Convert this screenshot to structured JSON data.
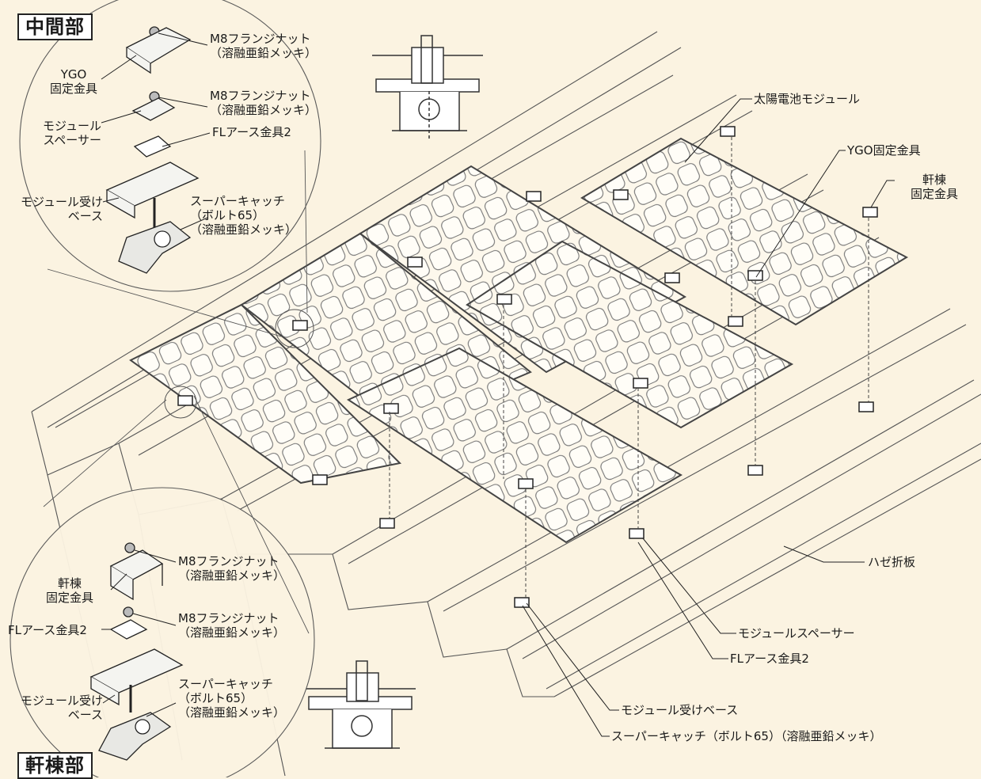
{
  "sections": {
    "middle_title": "中間部",
    "eave_title": "軒棟部"
  },
  "middle_detail": {
    "nut_top": [
      "M8フランジナット",
      "（溶融亜鉛メッキ）"
    ],
    "ygo": [
      "YGO",
      "固定金具"
    ],
    "nut_mid": [
      "M8フランジナット",
      "（溶融亜鉛メッキ）"
    ],
    "spacer": [
      "モジュール",
      "スペーサー"
    ],
    "earth": "FLアース金具2",
    "base": [
      "モジュール受け",
      "ベース"
    ],
    "catch": [
      "スーパーキャッチ",
      "（ボルト65）",
      "（溶融亜鉛メッキ）"
    ]
  },
  "eave_detail": {
    "nut_top": [
      "M8フランジナット",
      "（溶融亜鉛メッキ）"
    ],
    "fixture": [
      "軒棟",
      "固定金具"
    ],
    "nut_mid": [
      "M8フランジナット",
      "（溶融亜鉛メッキ）"
    ],
    "earth": "FLアース金具2",
    "base": [
      "モジュール受け",
      "ベース"
    ],
    "catch": [
      "スーパーキャッチ",
      "（ボルト65）",
      "（溶融亜鉛メッキ）"
    ]
  },
  "callouts": {
    "module": "太陽電池モジュール",
    "ygo": "YGO固定金具",
    "eave_fixture": [
      "軒棟",
      "固定金具"
    ],
    "roof": "ハゼ折板",
    "spacer": "モジュールスペーサー",
    "earth": "FLアース金具2",
    "base": "モジュール受けベース",
    "catch": "スーパーキャッチ（ボルト65）（溶融亜鉛メッキ）"
  }
}
